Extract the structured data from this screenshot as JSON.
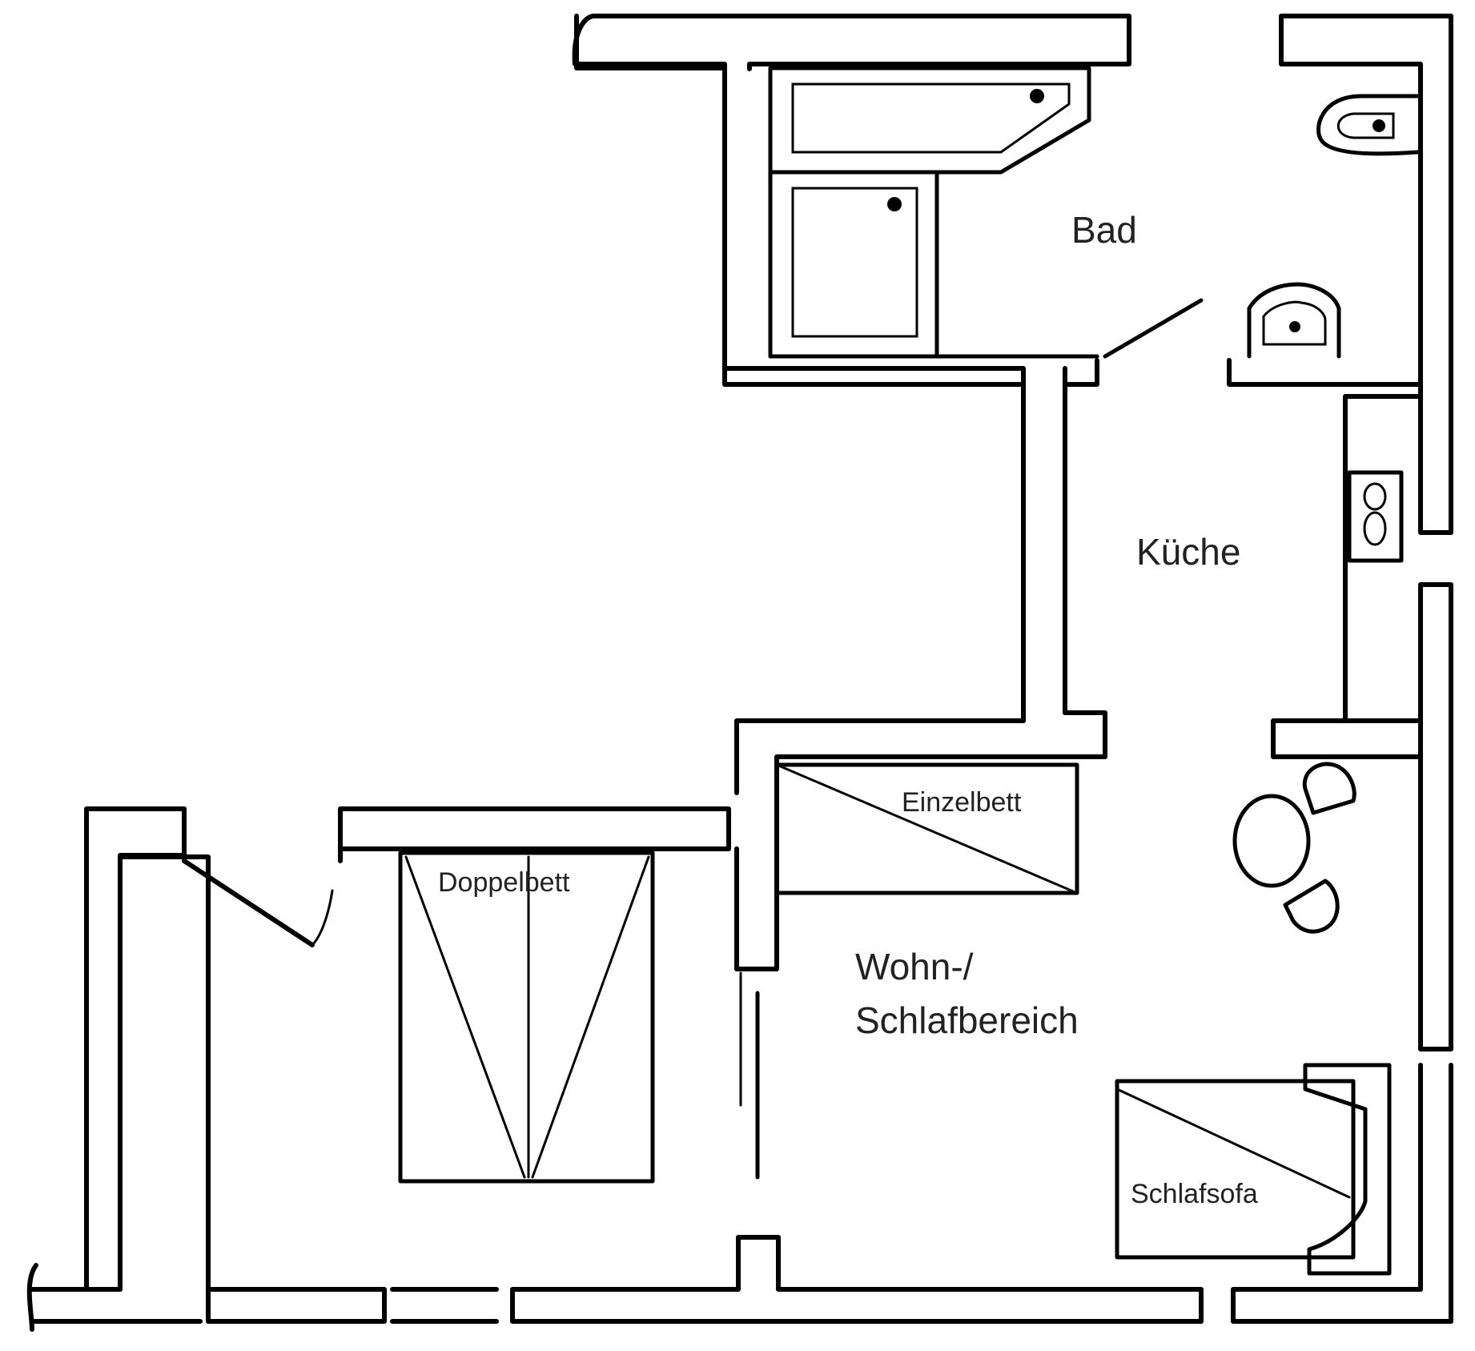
{
  "rooms": {
    "bad": "Bad",
    "kueche": "Küche",
    "wohn_line1": "Wohn-/",
    "wohn_line2": "Schlafbereich"
  },
  "furniture": {
    "einzelbett": "Einzelbett",
    "doppelbett": "Doppelbett",
    "schlafsofa": "Schlafsofa"
  }
}
